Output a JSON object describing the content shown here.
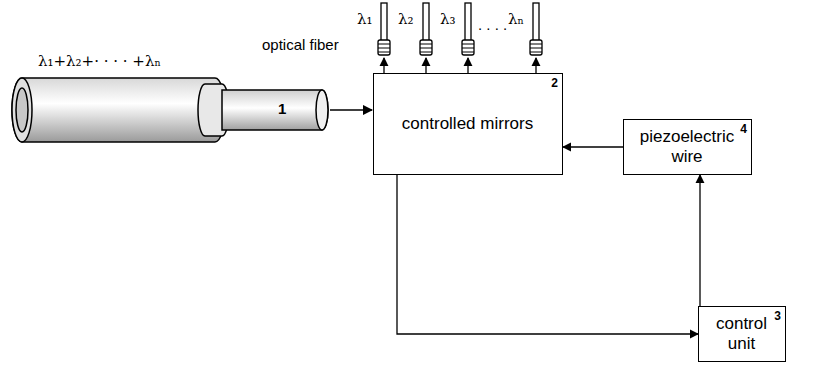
{
  "diagram": {
    "nodes": [
      {
        "text": [
          "controlled mirrors",
          "2"
        ]
      },
      {
        "text": [
          "piezoelectric wire",
          "4"
        ]
      },
      {
        "text": [
          "control unit",
          "3"
        ]
      }
    ],
    "edges": [
      {
        "from": 1,
        "to": 0,
        "arrow": "to"
      },
      {
        "from": 2,
        "to": 1,
        "arrow": "to"
      },
      {
        "from": 0,
        "to": 2,
        "arrow": "to"
      }
    ],
    "labels": [
      "λ₁+λ₂+· · · · +λₙ",
      "optical fiber",
      "1",
      "λ₁",
      "λ₂",
      "λ₃",
      ". . . .",
      "λₙ"
    ]
  }
}
